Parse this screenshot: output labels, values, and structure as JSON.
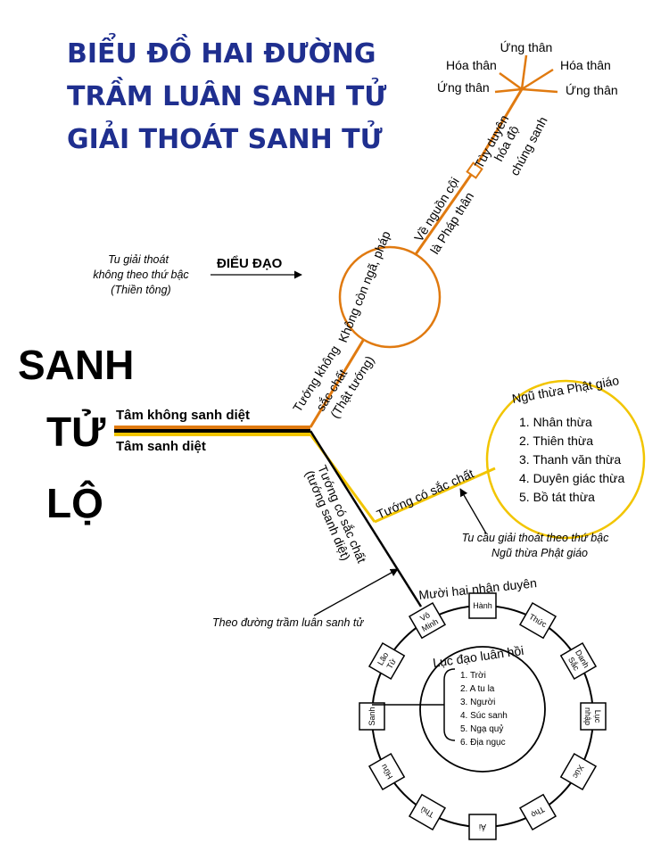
{
  "title": {
    "line1": "BIỂU ĐỒ HAI ĐƯỜNG",
    "line2": "TRẦM LUÂN SANH TỬ",
    "line3": "GIẢI THOÁT SANH TỬ"
  },
  "side": {
    "w1": "SANH",
    "w2": "TỬ",
    "w3": "LỘ"
  },
  "trunk": {
    "top_label": "Tâm không sanh diệt",
    "bottom_label": "Tâm sanh diệt"
  },
  "upper_path": {
    "label1": "Tướng không",
    "label2": "sắc chất",
    "label3": "(Thật tướng)",
    "circle_label": "Không còn ngã, pháp",
    "to_source1": "Về nguồn cội",
    "to_source2": "là Pháp thân",
    "return1": "Tùy duyên",
    "return2": "hóa độ",
    "return3": "chúng sanh"
  },
  "star": {
    "top": "Ứng thân",
    "upper_left": "Hóa thân",
    "upper_right": "Hóa thân",
    "left": "Ứng thân",
    "right": "Ứng thân"
  },
  "sudden": {
    "line1": "Tu giải thoát",
    "line2": "không theo thứ bậc",
    "line3": "(Thiền tông)",
    "arrow_label": "ĐIỂU ĐẠO"
  },
  "five_vehicles": {
    "title": "Ngũ thừa Phật giáo",
    "items": [
      "1. Nhân thừa",
      "2. Thiên thừa",
      "3. Thanh văn thừa",
      "4. Duyên giác thừa",
      "5. Bồ tát thừa"
    ],
    "path_label": "Tướng có sắc chất",
    "note1": "Tu cầu giải thoát theo thứ bậc",
    "note2": "Ngũ thừa Phật giáo"
  },
  "lower_path": {
    "label1": "Tướng có sắc chất",
    "label2": "(tướng sanh diệt)",
    "note": "Theo đường trầm luân sanh tử"
  },
  "twelve": {
    "title": "Mười hai nhân duyên",
    "links": [
      "Vô Minh",
      "Hành",
      "Thức",
      "Danh Sắc",
      "Lục nhập",
      "Xúc",
      "Thọ",
      "Ái",
      "Thủ",
      "Hữu",
      "Sanh",
      "Lão Tử"
    ]
  },
  "six_realms": {
    "title": "Lục đạo luân hồi",
    "items": [
      "1. Trời",
      "2. A tu la",
      "3. Người",
      "4. Súc sanh",
      "5. Ngạ quỷ",
      "6. Địa ngục"
    ]
  },
  "colors": {
    "title": "#1f2f8f",
    "orange": "#e07a10",
    "yellow": "#f2c500",
    "black": "#000000"
  }
}
